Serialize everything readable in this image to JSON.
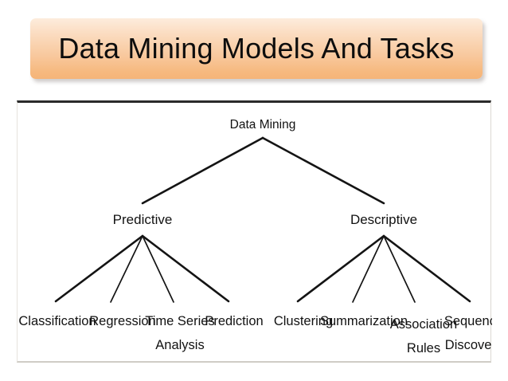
{
  "slide": {
    "title": "Data Mining Models And Tasks",
    "title_bg_top": "#fdecdc",
    "title_bg_bottom": "#f5b478",
    "title_text_color": "#0d0d0d",
    "panel_bg": "#ffffff",
    "line_color": "#141414"
  },
  "diagram": {
    "type": "tree",
    "root": {
      "label": "Data Mining"
    },
    "branches": [
      {
        "label": "Predictive",
        "leaves": [
          {
            "lines": [
              "Classification"
            ]
          },
          {
            "lines": [
              "Regression"
            ]
          },
          {
            "lines": [
              "Time Series",
              "Analysis"
            ]
          },
          {
            "lines": [
              "Prediction"
            ]
          }
        ]
      },
      {
        "label": "Descriptive",
        "leaves": [
          {
            "lines": [
              "Clustering"
            ]
          },
          {
            "lines": [
              "Summarization"
            ]
          },
          {
            "lines": [
              "Association",
              "Rules"
            ]
          },
          {
            "lines": [
              "Sequence",
              "Discovery"
            ]
          }
        ]
      }
    ]
  }
}
